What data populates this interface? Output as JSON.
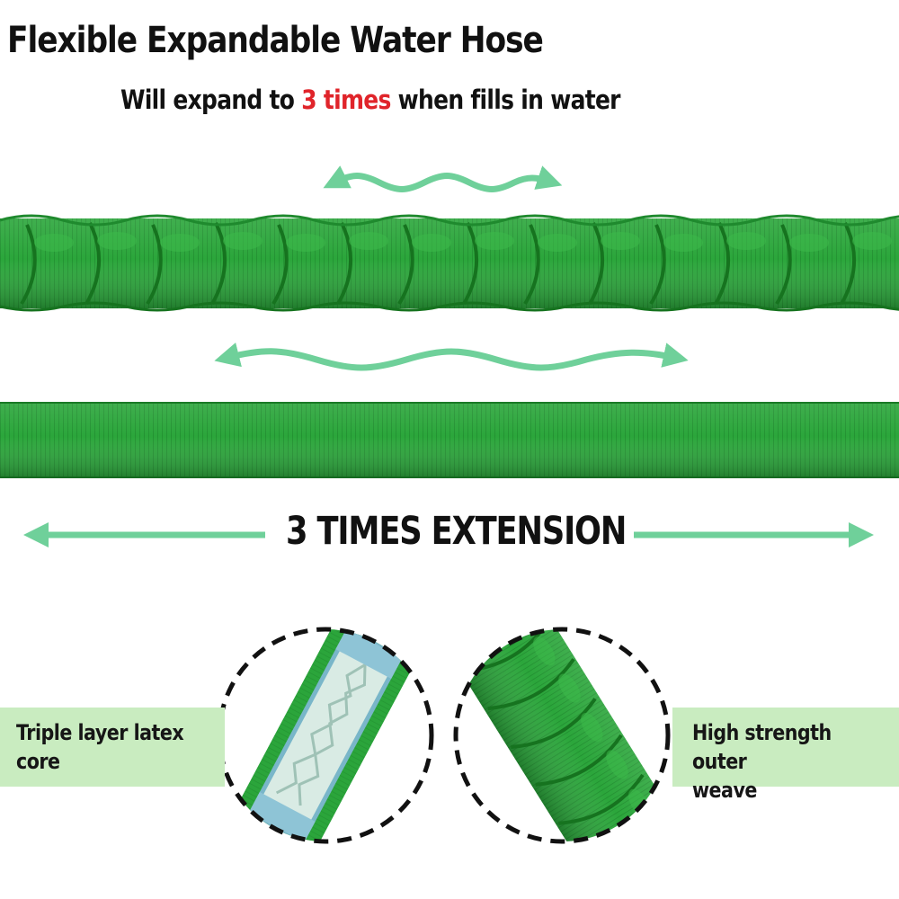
{
  "heading": {
    "title": "Flexible Expandable Water Hose",
    "subtitle_pre": "Will expand to ",
    "subtitle_highlight": "3 times",
    "subtitle_post": " when fills in water"
  },
  "extension": {
    "label": "3 TIMES EXTENSION"
  },
  "callouts": {
    "left": {
      "line1": "Triple layer latex",
      "line2": "core"
    },
    "right": {
      "line1": "High strength outer",
      "line2": "weave"
    }
  },
  "colors": {
    "hose_green": "#2aa33a",
    "hose_dark": "#1a7a26",
    "arrow_green": "#6fd09a",
    "highlight_red": "#e0242a",
    "band_green": "#c9ecc0"
  }
}
